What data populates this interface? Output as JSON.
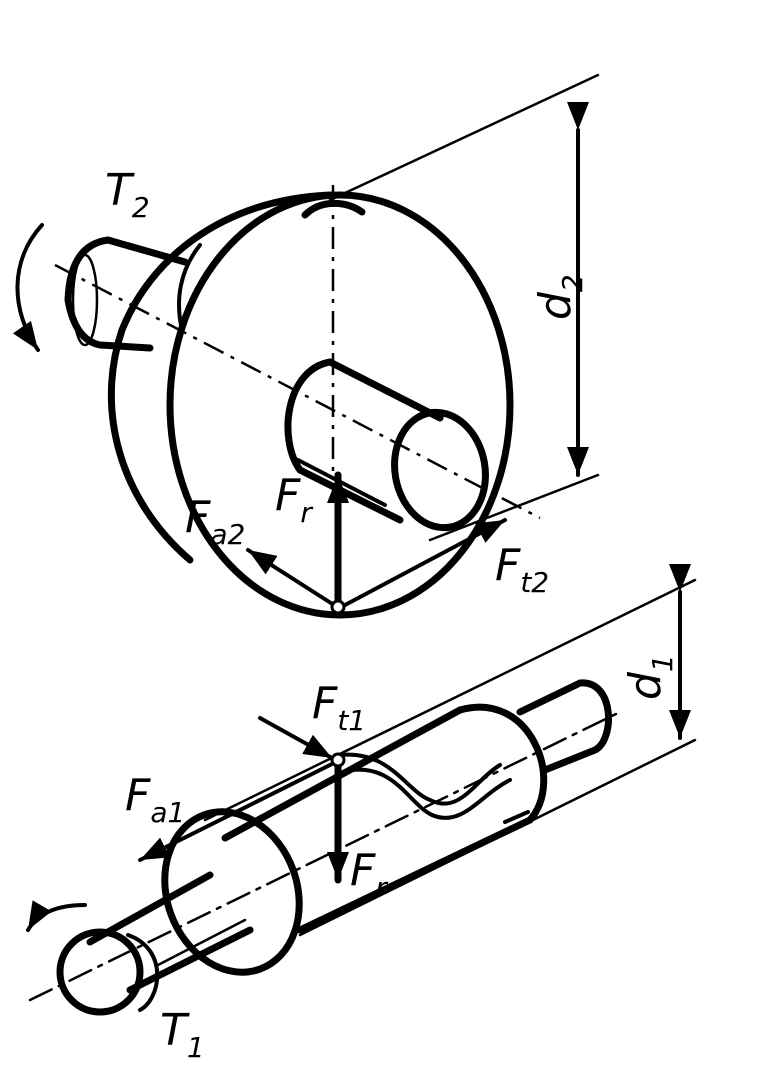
{
  "labels": {
    "T2": {
      "main": "T",
      "sub": "2"
    },
    "d2": {
      "main": "d",
      "sub": "2"
    },
    "Fr_top": {
      "main": "F",
      "sub": "r"
    },
    "Fa2": {
      "main": "F",
      "sub": "a2"
    },
    "Ft2": {
      "main": "F",
      "sub": "t2"
    },
    "Ft1": {
      "main": "F",
      "sub": "t1"
    },
    "d1": {
      "main": "d",
      "sub": "1"
    },
    "Fa1": {
      "main": "F",
      "sub": "a1"
    },
    "Fr_bottom": {
      "main": "F",
      "sub": "r"
    },
    "T1": {
      "main": "T",
      "sub": "1"
    }
  },
  "colors": {
    "ink": "#000000",
    "paper": "#ffffff"
  }
}
